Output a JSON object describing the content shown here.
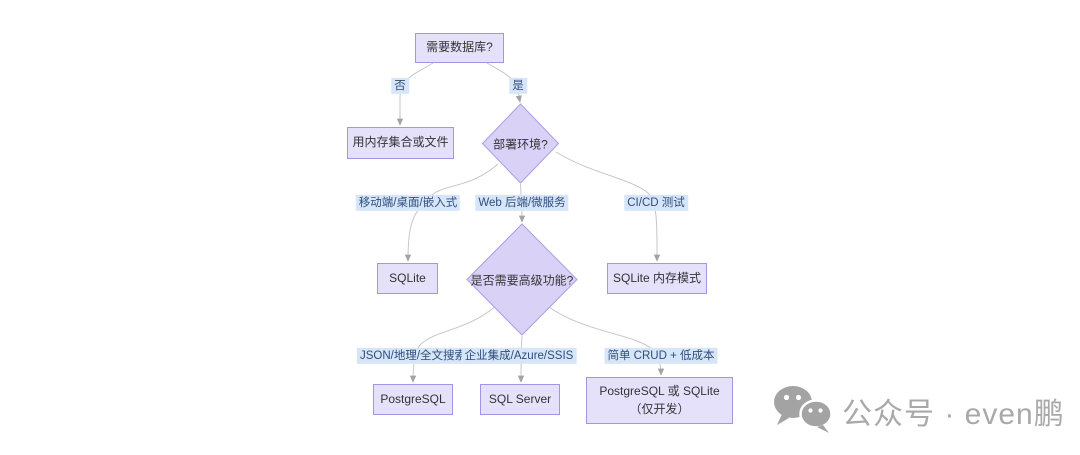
{
  "diagram": {
    "nodes": {
      "root": {
        "label": "需要数据库?"
      },
      "memory_file": {
        "label": "用内存集合或文件"
      },
      "deploy_env": {
        "label": "部署环境?"
      },
      "sqlite": {
        "label": "SQLite"
      },
      "advanced": {
        "label": "是否需要高级功能?"
      },
      "sqlite_memory": {
        "label": "SQLite 内存模式"
      },
      "postgresql": {
        "label": "PostgreSQL"
      },
      "sqlserver": {
        "label": "SQL Server"
      },
      "pg_or_sqlite": {
        "label": "PostgreSQL 或 SQLite（仅开发）"
      }
    },
    "edge_labels": {
      "no": "否",
      "yes": "是",
      "mobile": "移动端/桌面/嵌入式",
      "web": "Web 后端/微服务",
      "cicd": "CI/CD 测试",
      "json_geo": "JSON/地理/全文搜索",
      "enterprise": "企业集成/Azure/SSIS",
      "simple_crud": "简单 CRUD + 低成本"
    },
    "colors": {
      "rect_fill": "#E6E1FB",
      "rect_border": "#A095E6",
      "diamond_fill": "#DAD1F6",
      "diamond_border": "#A99DE8",
      "edge_line": "#C6C6C6",
      "arrowhead": "#A3A3A3",
      "edge_label_bg": "#D7E5F8",
      "edge_label_text": "#2F4E7C",
      "node_text": "#333333"
    }
  },
  "watermark": {
    "icon": "wechat-icon",
    "label": "公众号 · even鹏",
    "color": "#A9A9A9"
  }
}
